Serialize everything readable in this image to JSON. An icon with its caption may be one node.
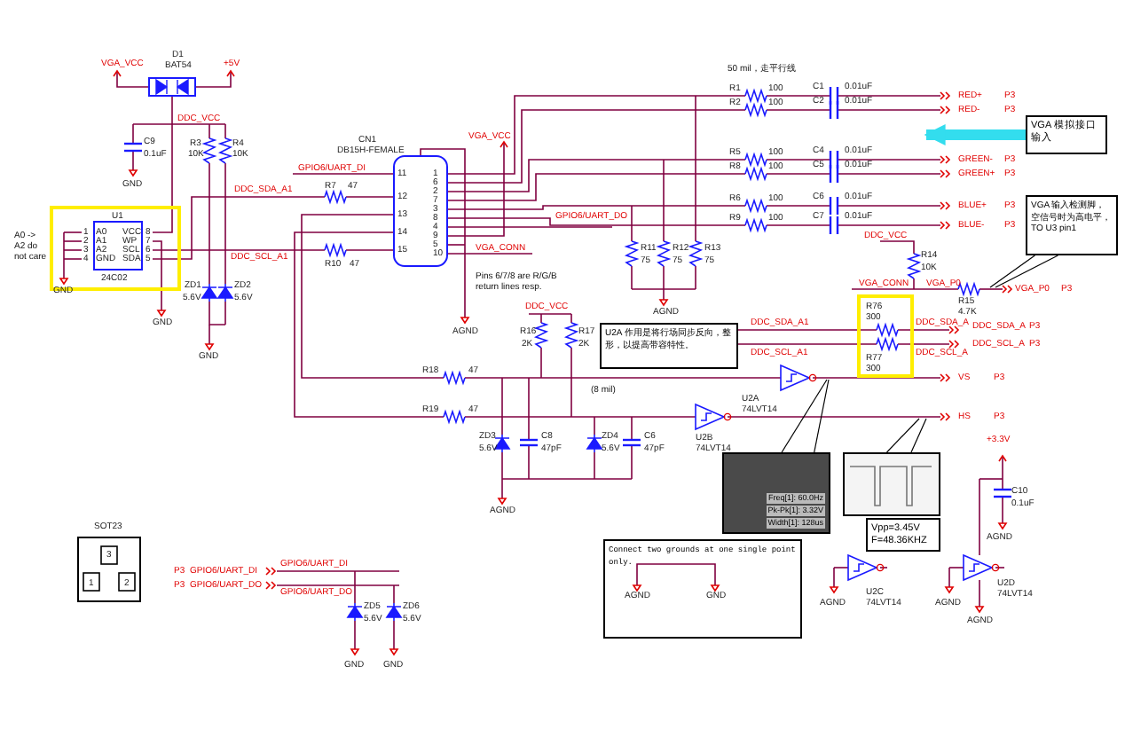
{
  "diagram": {
    "nodes": [
      {
        "text": [
          "VGA 模拟接口输入"
        ]
      },
      {
        "text": [
          "VGA 输入检测脚，空信号时为高电平，TO U3 pin1"
        ]
      },
      {
        "text": [
          "U2A 作用是将行场同步反向，整形，以提高带容特性。"
        ]
      },
      {
        "text": [
          "Freq[1]: 60.0Hz",
          "Pk-Pk[1]: 3.32V",
          "Width[1]: 128us"
        ]
      },
      {
        "text": [],
        "shape": "picture"
      },
      {
        "text": [
          "Vpp=3.45V F=48.36KHZ"
        ]
      },
      {
        "text": [
          "Connect two grounds at one single point only."
        ]
      }
    ],
    "edges": [
      {
        "from": 0,
        "to": null,
        "arrow": "to",
        "style": "thick",
        "color": "#33ddee"
      },
      {
        "from": 1,
        "to": null,
        "arrow": "none"
      },
      {
        "from": 1,
        "to": null,
        "arrow": "none"
      },
      {
        "from": 3,
        "to": null,
        "arrow": "none"
      },
      {
        "from": 3,
        "to": null,
        "arrow": "none"
      },
      {
        "from": 4,
        "to": null,
        "arrow": "none"
      },
      {
        "from": 4,
        "to": null,
        "arrow": "none"
      }
    ],
    "labels": [
      "VGA_VCC",
      "D1",
      "BAT54",
      "+5V",
      "DDC_VCC",
      "C9",
      "0.1uF",
      "GND",
      "R3",
      "10K",
      "R4",
      "10K",
      "U1",
      "A0",
      "A1",
      "A2",
      "GND",
      "VCC",
      "WP",
      "SCL",
      "SDA",
      "1",
      "2",
      "3",
      "4",
      "8",
      "7",
      "6",
      "5",
      "24C02",
      "A0 -> A2 do not care",
      "GND",
      "GND",
      "ZD1",
      "5.6V",
      "ZD2",
      "5.6V",
      "GND",
      "DDC_SDA_A1",
      "DDC_SCL_A1",
      "GPIO6/UART_DI",
      "R7",
      "47",
      "R10",
      "47",
      "CN1",
      "DB15H-FEMALE",
      "11",
      "12",
      "13",
      "14",
      "15",
      "1",
      "6",
      "2",
      "7",
      "3",
      "8",
      "4",
      "9",
      "5",
      "10",
      "VGA_VCC",
      "GPIO6/UART_DO",
      "VGA_CONN",
      "Pins 6/7/8 are R/G/B return lines resp.",
      "AGND",
      "50 mil，走平行线",
      "R1",
      "100",
      "C1",
      "0.01uF",
      "RED+",
      "P3",
      "R2",
      "100",
      "C2",
      "0.01uF",
      "RED-",
      "P3",
      "R5",
      "100",
      "C4",
      "0.01uF",
      "GREEN-",
      "P3",
      "R8",
      "100",
      "C5",
      "0.01uF",
      "GREEN+",
      "P3",
      "R6",
      "100",
      "C6",
      "0.01uF",
      "BLUE+",
      "P3",
      "R9",
      "100",
      "C7",
      "0.01uF",
      "BLUE-",
      "P3",
      "R11",
      "75",
      "R12",
      "75",
      "R13",
      "75",
      "AGND",
      "DDC_VCC",
      "R14",
      "10K",
      "VGA_CONN",
      "VGA_P0",
      "VGA_P0",
      "P3",
      "R15",
      "4.7K",
      "R76",
      "300",
      "DDC_SDA_A1",
      "DDC_SCL_A1",
      "DDC_SDA_A",
      "DDC_SCL_A",
      "DDC_SDA_A",
      "P3",
      "DDC_SCL_A",
      "P3",
      "R77",
      "300",
      "U2A",
      "74LVT14",
      "R16",
      "2K",
      "R17",
      "2K",
      "(8 mil)",
      "R18",
      "47",
      "R19",
      "47",
      "ZD3",
      "5.6V",
      "C8",
      "47pF",
      "AGND",
      "ZD4",
      "5.6V",
      "C6",
      "47pF",
      "U2B",
      "74LVT14",
      "VS",
      "P3",
      "HS",
      "P3",
      "+3.3V",
      "C10",
      "0.1uF",
      "AGND",
      "AGND",
      "U2C",
      "74LVT14",
      "AGND",
      "U2D",
      "74LVT14",
      "AGND",
      "SOT23",
      "3",
      "1",
      "2",
      "P3",
      "GPIO6/UART_DI",
      "P3",
      "GPIO6/UART_DO",
      "GPIO6/UART_DI",
      "GPIO6/UART_DO",
      "ZD5",
      "5.6V",
      "ZD6",
      "5.6V",
      "GND",
      "GND",
      "AGND",
      "GND",
      "DDC_VCC"
    ]
  }
}
